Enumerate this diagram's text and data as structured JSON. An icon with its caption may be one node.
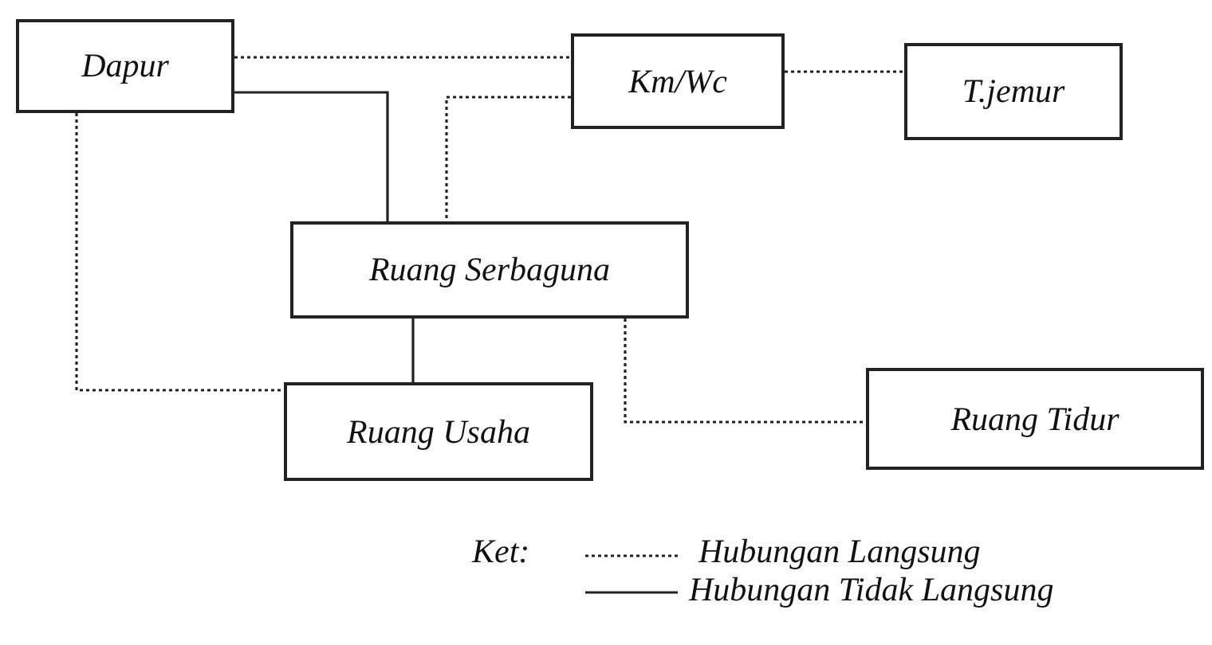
{
  "diagram": {
    "nodes": [
      {
        "text": [
          "Dapur"
        ]
      },
      {
        "text": [
          "Km/Wc"
        ]
      },
      {
        "text": [
          "T.jemur"
        ]
      },
      {
        "text": [
          "Ruang Serbaguna"
        ]
      },
      {
        "text": [
          "Ruang Usaha"
        ]
      },
      {
        "text": [
          "Ruang Tidur"
        ]
      }
    ],
    "edges": [
      {
        "from": 0,
        "to": 1,
        "arrow": "none",
        "style": "dashed"
      },
      {
        "from": 1,
        "to": 2,
        "arrow": "none",
        "style": "dashed"
      },
      {
        "from": 0,
        "to": 3,
        "arrow": "none"
      },
      {
        "from": 1,
        "to": 3,
        "arrow": "none",
        "style": "dashed"
      },
      {
        "from": 3,
        "to": 4,
        "arrow": "none"
      },
      {
        "from": 0,
        "to": 4,
        "arrow": "none",
        "style": "dashed"
      },
      {
        "from": 3,
        "to": 5,
        "arrow": "none",
        "style": "dashed"
      }
    ],
    "labels": [
      "Ket:"
    ],
    "legend": [
      {
        "text": "Hubungan Langsung"
      },
      {
        "text": "Hubungan Tidak Langsung"
      }
    ]
  }
}
